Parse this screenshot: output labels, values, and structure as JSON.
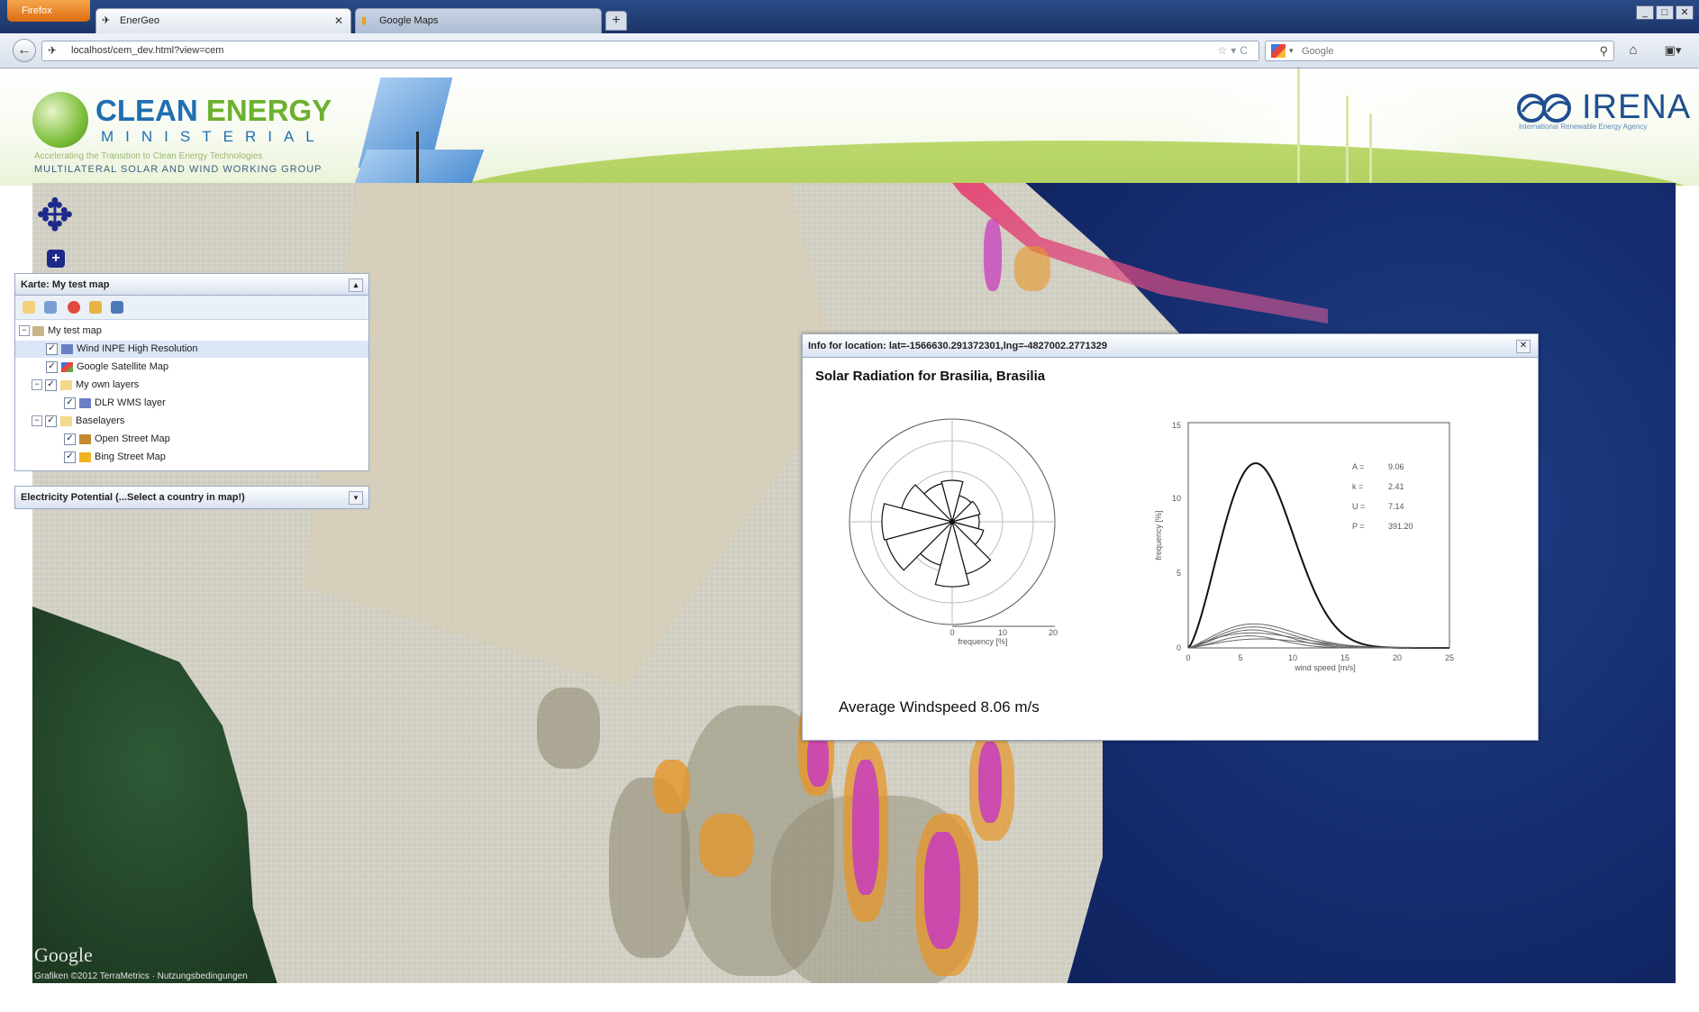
{
  "browser": {
    "app_button": "Firefox",
    "tabs": [
      {
        "label": "EnerGeo",
        "icon": "energeo-icon",
        "active": true
      },
      {
        "label": "Google Maps",
        "icon": "google-maps-icon",
        "active": false
      }
    ],
    "url": "localhost/cem_dev.html?view=cem",
    "search_placeholder": "Google",
    "new_tab": "+"
  },
  "header": {
    "brand_clean": "CLEAN",
    "brand_energy": "ENERGY",
    "brand_ministerial": "MINISTERIAL",
    "brand_tagline": "Accelerating the Transition to Clean Energy Technologies",
    "brand_group": "MULTILATERAL SOLAR AND WIND WORKING GROUP",
    "irena": "IRENA",
    "irena_sub": "International Renewable Energy Agency"
  },
  "layer_panel": {
    "title": "Karte: My test map",
    "collapse": "▴",
    "tree": [
      {
        "label": "My test map",
        "level": 0,
        "type": "root"
      },
      {
        "label": "Wind INPE High Resolution",
        "level": 1,
        "type": "layer",
        "checked": true
      },
      {
        "label": "Google Satellite Map",
        "level": 1,
        "type": "layer",
        "checked": true
      },
      {
        "label": "My own layers",
        "level": 1,
        "type": "folder",
        "checked": true
      },
      {
        "label": "DLR WMS layer",
        "level": 2,
        "type": "layer",
        "checked": true
      },
      {
        "label": "Baselayers",
        "level": 1,
        "type": "folder",
        "checked": true
      },
      {
        "label": "Open Street Map",
        "level": 2,
        "type": "layer",
        "checked": true
      },
      {
        "label": "Bing Street Map",
        "level": 2,
        "type": "layer",
        "checked": true
      }
    ]
  },
  "electricity_panel": {
    "title": "Electricity Potential (...Select a country in map!)",
    "expand": "▾"
  },
  "info_popup": {
    "title": "Info for location: lat=-1566630.291372301,lng=-4827002.2771329",
    "close": "✕",
    "heading": "Solar Radiation for Brasilia, Brasilia",
    "avg_windspeed": "Average Windspeed 8.06 m/s",
    "rose": {
      "xlabel": "frequency [%]",
      "ticks": [
        "0",
        "10",
        "20"
      ]
    },
    "weibull": {
      "xlabel": "wind speed [m/s]",
      "ylabel": "frequency [%]",
      "xticks": [
        "0",
        "5",
        "10",
        "15",
        "20",
        "25"
      ],
      "yticks": [
        "0",
        "5",
        "10",
        "15"
      ],
      "params": [
        {
          "name": "A =",
          "value": "9.06"
        },
        {
          "name": "k =",
          "value": "2.41"
        },
        {
          "name": "U =",
          "value": "7.14"
        },
        {
          "name": "P =",
          "value": "391.20"
        }
      ]
    }
  },
  "map": {
    "credit_logo": "Google",
    "credit_text": "Grafiken ©2012 TerraMetrics · Nutzungsbedingungen"
  }
}
